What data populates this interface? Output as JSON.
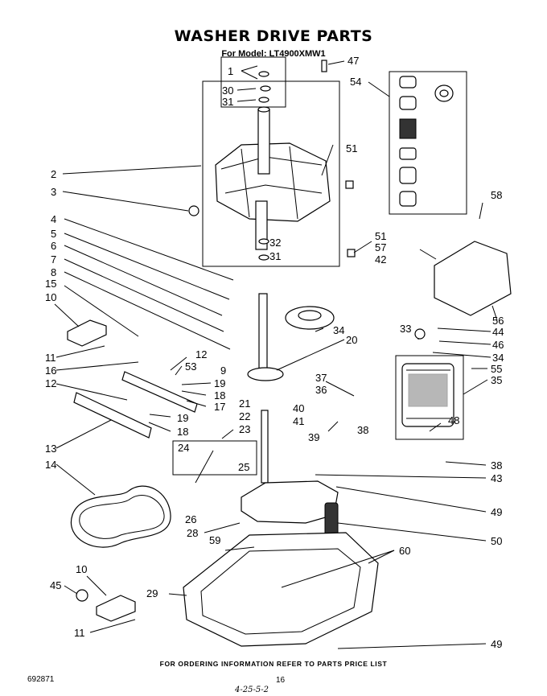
{
  "title": "WASHER DRIVE PARTS",
  "subtitle": "For Model: LT4900XMW1",
  "footer": {
    "ordering_note": "FOR ORDERING INFORMATION REFER TO PARTS PRICE LIST",
    "document_number": "692871",
    "page_number": "16",
    "handwritten_note": "4-25-5-2"
  },
  "labels": {
    "l1": "1",
    "l2": "2",
    "l3": "3",
    "l4": "4",
    "l5": "5",
    "l6": "6",
    "l7": "7",
    "l8": "8",
    "l9": "9",
    "l10": "10",
    "l10b": "10",
    "l11": "11",
    "l11b": "11",
    "l12": "12",
    "l12b": "12",
    "l13": "13",
    "l14": "14",
    "l15": "15",
    "l16": "16",
    "l17": "17",
    "l18": "18",
    "l18b": "18",
    "l19": "19",
    "l19b": "19",
    "l20": "20",
    "l21": "21",
    "l22": "22",
    "l23": "23",
    "l24": "24",
    "l25": "25",
    "l26": "26",
    "l28": "28",
    "l29": "29",
    "l30": "30",
    "l31": "31",
    "l31b": "31",
    "l32": "32",
    "l33": "33",
    "l34": "34",
    "l34b": "34",
    "l35": "35",
    "l36": "36",
    "l37": "37",
    "l38": "38",
    "l38b": "38",
    "l39": "39",
    "l40": "40",
    "l41": "41",
    "l42": "42",
    "l43": "43",
    "l44": "44",
    "l45": "45",
    "l46": "46",
    "l47": "47",
    "l48": "48",
    "l49": "49",
    "l49b": "49",
    "l50": "50",
    "l51": "51",
    "l51b": "51",
    "l53": "53",
    "l54": "54",
    "l55": "55",
    "l56": "56",
    "l57": "57",
    "l58": "58",
    "l59": "59",
    "l60": "60"
  }
}
